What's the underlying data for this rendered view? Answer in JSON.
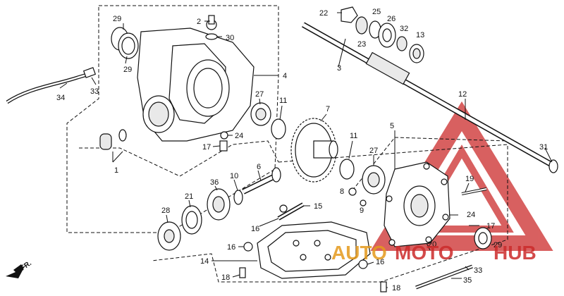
{
  "diagram": {
    "labels": [
      {
        "id": "l29a",
        "text": "29"
      },
      {
        "id": "l29b",
        "text": "29"
      },
      {
        "id": "l2",
        "text": "2"
      },
      {
        "id": "l30",
        "text": "30"
      },
      {
        "id": "l4",
        "text": "4"
      },
      {
        "id": "l27a",
        "text": "27"
      },
      {
        "id": "l11a",
        "text": "11"
      },
      {
        "id": "l7",
        "text": "7"
      },
      {
        "id": "l24a",
        "text": "24"
      },
      {
        "id": "l17a",
        "text": "17"
      },
      {
        "id": "l1",
        "text": "1"
      },
      {
        "id": "l34",
        "text": "34"
      },
      {
        "id": "l33a",
        "text": "33"
      },
      {
        "id": "l22",
        "text": "22"
      },
      {
        "id": "l25",
        "text": "25"
      },
      {
        "id": "l26",
        "text": "26"
      },
      {
        "id": "l32",
        "text": "32"
      },
      {
        "id": "l13",
        "text": "13"
      },
      {
        "id": "l23",
        "text": "23"
      },
      {
        "id": "l3",
        "text": "3"
      },
      {
        "id": "l12",
        "text": "12"
      },
      {
        "id": "l5",
        "text": "5"
      },
      {
        "id": "l31",
        "text": "31"
      },
      {
        "id": "l11b",
        "text": "11"
      },
      {
        "id": "l27b",
        "text": "27"
      },
      {
        "id": "l8",
        "text": "8"
      },
      {
        "id": "l9",
        "text": "9"
      },
      {
        "id": "l19",
        "text": "19"
      },
      {
        "id": "l24b",
        "text": "24"
      },
      {
        "id": "l17b",
        "text": "17"
      },
      {
        "id": "l20",
        "text": "20"
      },
      {
        "id": "l29c",
        "text": "29"
      },
      {
        "id": "l33b",
        "text": "33"
      },
      {
        "id": "l35",
        "text": "35"
      },
      {
        "id": "l6",
        "text": "6"
      },
      {
        "id": "l10",
        "text": "10"
      },
      {
        "id": "l36",
        "text": "36"
      },
      {
        "id": "l21",
        "text": "21"
      },
      {
        "id": "l28",
        "text": "28"
      },
      {
        "id": "l15",
        "text": "15"
      },
      {
        "id": "l16a",
        "text": "16"
      },
      {
        "id": "l16b",
        "text": "16"
      },
      {
        "id": "l16c",
        "text": "16"
      },
      {
        "id": "l14",
        "text": "14"
      },
      {
        "id": "l18a",
        "text": "18"
      },
      {
        "id": "l18b",
        "text": "18"
      }
    ],
    "front_marker": "FR.",
    "watermark": {
      "word1": "AUTO",
      "word2": "MOTO",
      "word3": "HUB",
      "color_red": "#cc2b2b",
      "color_orange": "#e59a1c"
    }
  }
}
